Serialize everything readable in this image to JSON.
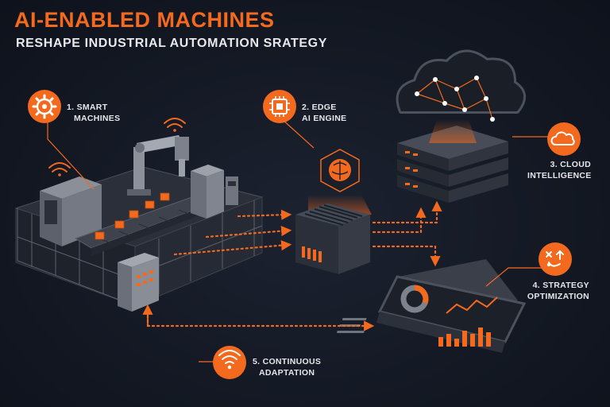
{
  "header": {
    "title": "AI-ENABLED MACHINES",
    "subtitle": "RESHAPE INDUSTRIAL AUTOMATION SRATEGY"
  },
  "steps": [
    {
      "line1": "1. SMART",
      "line2": "MACHINES",
      "icon": "gear-icon"
    },
    {
      "line1": "2. EDGE",
      "line2": "AI ENGINE",
      "icon": "chip-icon"
    },
    {
      "line1": "3. CLOUD",
      "line2": "INTELLIGENCE",
      "icon": "cloud-icon"
    },
    {
      "line1": "4. STRATEGY",
      "line2": "OPTIMIZATION",
      "icon": "strategy-icon"
    },
    {
      "line1": "5. CONTINUOUS",
      "line2": "ADAPTATION",
      "icon": "wifi-icon"
    }
  ],
  "colors": {
    "accent": "#f36a1f",
    "background": "#131823",
    "text": "#e6e6ea",
    "metal": "#3a3f4b"
  }
}
